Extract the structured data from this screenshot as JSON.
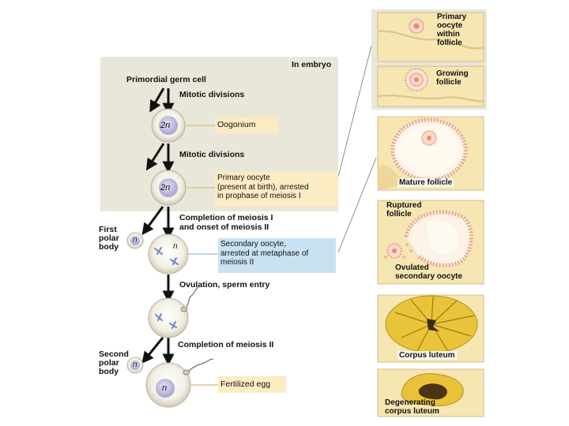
{
  "embryo_panel": {
    "title": "In embryo"
  },
  "stages": {
    "primordial": "Primordial germ cell",
    "mitotic_1": "Mitotic divisions",
    "mitotic_2": "Mitotic divisions",
    "oogonium": "Oogonium",
    "primary_oocyte": [
      "Primary oocyte",
      "(present at birth), arrested",
      "in prophase of meiosis I"
    ],
    "meiosis1": [
      "Completion of meiosis I",
      "and onset of meiosis II"
    ],
    "secondary_oocyte": [
      "Secondary oocyte,",
      "arrested at metaphase of",
      "meiosis II"
    ],
    "ovulation": "Ovulation, sperm entry",
    "meiosis2": "Completion of meiosis II",
    "fertilized_egg": "Fertilized egg",
    "first_polar_body": [
      "First",
      "polar",
      "body"
    ],
    "second_polar_body": [
      "Second",
      "polar",
      "body"
    ]
  },
  "ploidy": {
    "oogonium": "2n",
    "primary_oocyte": "2n",
    "first_polar": "n",
    "secondary_oocyte": "n",
    "second_polar": "n",
    "fertilized_egg": "n"
  },
  "follicles": {
    "primary": [
      "Primary",
      "oocyte",
      "within",
      "follicle"
    ],
    "growing": [
      "Growing",
      "follicle"
    ],
    "mature": "Mature follicle",
    "ruptured": [
      "Ruptured",
      "follicle"
    ],
    "ovulated": [
      "Ovulated",
      "secondary oocyte"
    ],
    "corpus_luteum": "Corpus luteum",
    "degenerating": [
      "Degenerating",
      "corpus luteum"
    ]
  },
  "colors": {
    "panel_bg": "#e9e6da",
    "label_tan": "#fbecc4",
    "label_blue": "#c8e2f1",
    "ovary_tissue": "#f6e6b2",
    "corpus_luteum": "#e8c43a",
    "nucleus": "#c9c4e3"
  }
}
